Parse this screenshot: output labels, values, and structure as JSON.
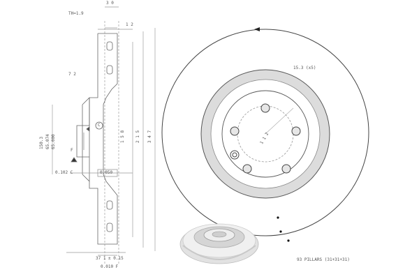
{
  "section_view": {
    "dims": {
      "d_30": "3 0",
      "thickness": "TH=1.9",
      "d_12": "1 2",
      "d_72": "7 2",
      "d_1503": "150.3",
      "d_6574": "65.074",
      "d_6500": "65.000",
      "d_f": "F",
      "d_tol1": "0.102 C",
      "d_tol2": "0.050",
      "d_c": "C",
      "d_158": "1 5 8",
      "d_215": "2 1 5",
      "d_347": "3 4 7",
      "d_bottom1": "37 1 ± 0.15",
      "d_bottom2": "0.010 F"
    }
  },
  "front_view": {
    "bolt_spec": "15.3 (x5)",
    "pcd": "1 1 2",
    "pillars": "93 PILLARS (31+31+31)"
  }
}
